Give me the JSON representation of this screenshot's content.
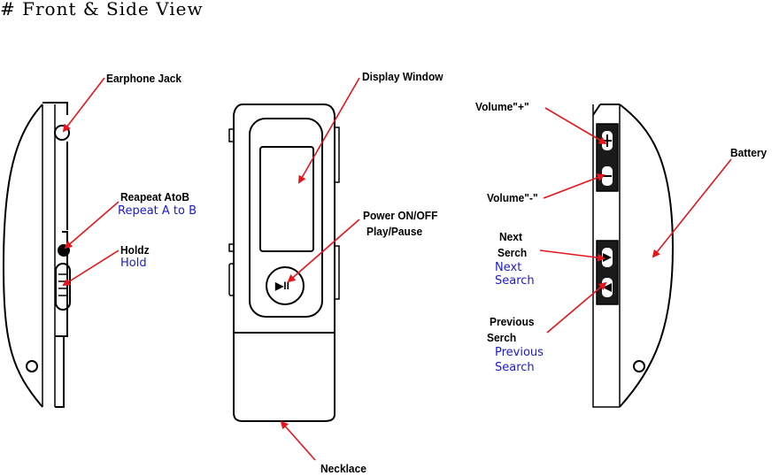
{
  "title": "# Front & Side View",
  "labels": {
    "earphone_jack": "Earphone Jack",
    "repeat_atob": "Reapeat AtoB",
    "repeat_atob_sub": "Repeat A to B",
    "hold": "Holdz",
    "hold_sub": "Hold",
    "display_window": "Display Window",
    "power_line1": "Power ON/OFF",
    "power_line2": "Play/Pause",
    "necklace": "Necklace",
    "volume_plus": "Volume\"+\"",
    "volume_minus": "Volume\"-\"",
    "next_line1": "Next",
    "next_line2": "Serch",
    "next_sub_line1": "Next",
    "next_sub_line2": "Search",
    "prev_line1": "Previous",
    "prev_line2": "Serch",
    "prev_sub_line1": "Previous",
    "prev_sub_line2": "Search",
    "battery": "Battery"
  },
  "play_button_glyph": "▶II",
  "colors": {
    "arrow": "#e8141c",
    "outline": "#000000",
    "subtext": "#1a1ad6",
    "button_fill": "#1a1a1a"
  }
}
